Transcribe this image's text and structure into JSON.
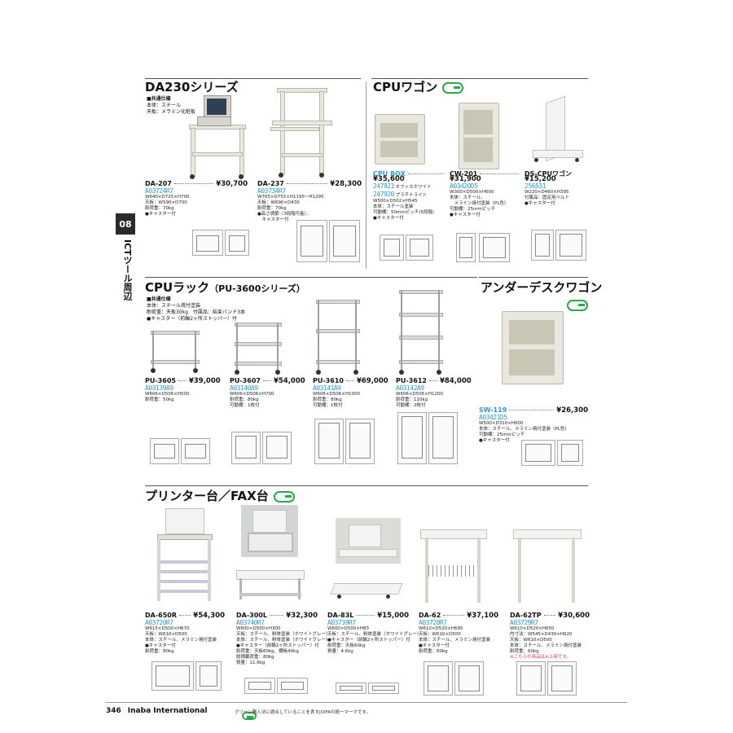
{
  "sections": {
    "da230": {
      "title": "DA230シリーズ",
      "note_head": "■共通仕様",
      "note_lines": [
        "本体：スチール",
        "天板：メラミン化粧板"
      ]
    },
    "cpu_wagon": {
      "title": "CPUワゴン"
    },
    "cpu_rack": {
      "title": "CPUラック",
      "subtitle": "（PU-3600シリーズ）",
      "note_head": "■共通仕様",
      "note_lines": [
        "本体：スチール焼付塗装",
        "耐荷重：天板30kg　付属品：結束バンド3本",
        "●キャスター（前輪2ヶ所ストッパー）付"
      ]
    },
    "under_desk": {
      "title": "アンダーデスクワゴン"
    },
    "printer": {
      "title": "プリンター台／FAX台"
    }
  },
  "side_tab": {
    "number": "08",
    "label": "ICTツール周辺"
  },
  "products": {
    "da207": {
      "model": "DA-207",
      "price": "¥30,700",
      "code": "A03724R7",
      "spec": [
        "W640×D725×H700",
        "天板：W590×D700",
        "耐荷重：70kg",
        "●キャスター付"
      ]
    },
    "da237": {
      "model": "DA-237",
      "price": "¥28,300",
      "code": "A03734R7",
      "spec": [
        "W765×D755×H1195～H1295",
        "天板：W690×D430",
        "耐荷重：70kg",
        "●高さ調節（3段階可能）、",
        "　キャスター付"
      ]
    },
    "cpubox": {
      "model": "CPU BOX",
      "price": "¥35,600",
      "code1": "247921",
      "code1_label": "オフィスホワイト",
      "code2": "247920",
      "code2_label": "プラチナライト",
      "spec": [
        "W500×D502×H545",
        "本体：スチール塗装",
        "可動棚：50mmピッチ(5段階)",
        "●キャスター付"
      ]
    },
    "cw201": {
      "model": "CW-201",
      "price": "¥31,900",
      "code": "A03420D5",
      "spec": [
        "W300×D500×H600",
        "本体：スチール、",
        "　メラミン焼付塗装（PL色）",
        "可動棚：25mmピッチ",
        "●キャスター付"
      ]
    },
    "dscpu": {
      "model": "DS-CPUワゴン",
      "price": "¥15,200",
      "code": "256531",
      "spec": [
        "W220×D460×H395",
        "付属品：固定用ベルト",
        "●キャスター付"
      ]
    },
    "pu3605": {
      "model": "PU-3605",
      "price": "¥39,000",
      "code": "A03139A9",
      "spec": [
        "W606×D506×H500",
        "耐荷重：50kg"
      ]
    },
    "pu3607": {
      "model": "PU-3607",
      "price": "¥54,000",
      "code": "A03140A9",
      "spec": [
        "W606×D506×H700",
        "耐荷重：80kg",
        "可動棚：1枚付"
      ]
    },
    "pu3610": {
      "model": "PU-3610",
      "price": "¥69,000",
      "code": "A03141A9",
      "spec": [
        "W606×D506×H1000",
        "耐荷重：80kg",
        "可動棚：1枚付"
      ]
    },
    "pu3612": {
      "model": "PU-3612",
      "price": "¥84,000",
      "code": "A03142A9",
      "spec": [
        "W606×D506×H1200",
        "耐荷重：110kg",
        "可動棚：2枚付"
      ]
    },
    "sw119": {
      "model": "SW-119",
      "price": "¥26,300",
      "code": "A03421D5",
      "spec": [
        "W500×D310×H600",
        "本体：スチール、メラミン焼付塗装（PL色）",
        "可動棚：25mmピッチ",
        "●キャスター付"
      ]
    },
    "da650r": {
      "model": "DA-650R",
      "price": "¥54,300",
      "code": "A03720R7",
      "spec": [
        "W615×D500×H670",
        "天板：W610×D500",
        "本体：スチール、メラミン焼付塗装",
        "●キャスター付",
        "耐荷重：80kg"
      ]
    },
    "da300l": {
      "model": "DA-300L",
      "price": "¥32,300",
      "code": "A03740R7",
      "spec": [
        "W600×D500×H300",
        "天板：スチール、粉体塗装（ホワイトグレー）",
        "本体：スチール、粉体塗装（ホワイトグレー）",
        "●キャスター（前輪2ヶ所ストッパー）付",
        "耐荷重：天板60kg、棚板40kg",
        "総積載荷重：80kg",
        "質量：11.6kg"
      ]
    },
    "da83l": {
      "model": "DA-83L",
      "price": "¥15,000",
      "code": "A03739R7",
      "spec": [
        "W600×D500×H83",
        "天板：スチール、粉体塗装（ホワイトグレー）",
        "●キャスター（前輪2ヶ所ストッパー）付",
        "耐荷重：天板60kg",
        "質量：4.6kg"
      ]
    },
    "da62": {
      "model": "DA-62",
      "price": "¥37,100",
      "code": "A03728R7",
      "spec": [
        "W610×D520×H695",
        "天板：W610×D500",
        "本体：スチール、メラミン焼付塗装",
        "●キャスター付",
        "耐荷重：60kg"
      ]
    },
    "da62tp": {
      "model": "DA-62TP",
      "price": "¥30,600",
      "code": "A03729R7",
      "spec": [
        "W610×D520×H650",
        "内寸法：W545×D430×H620",
        "天板：W610×D500",
        "本体：スチール、メラミン焼付塗装",
        "耐荷重：60kg"
      ],
      "note": "※こちらの商品は※上用です。"
    }
  },
  "footer": {
    "page": "346",
    "brand": "Inaba International",
    "note": "グリーン購入法に適合していることを表すJOIFAの統一マークです。"
  },
  "colors": {
    "code_blue": "#2e9acb",
    "green_mark": "#2aa84a",
    "pink_note": "#e0357a",
    "tab_dark": "#2b2b2b"
  }
}
